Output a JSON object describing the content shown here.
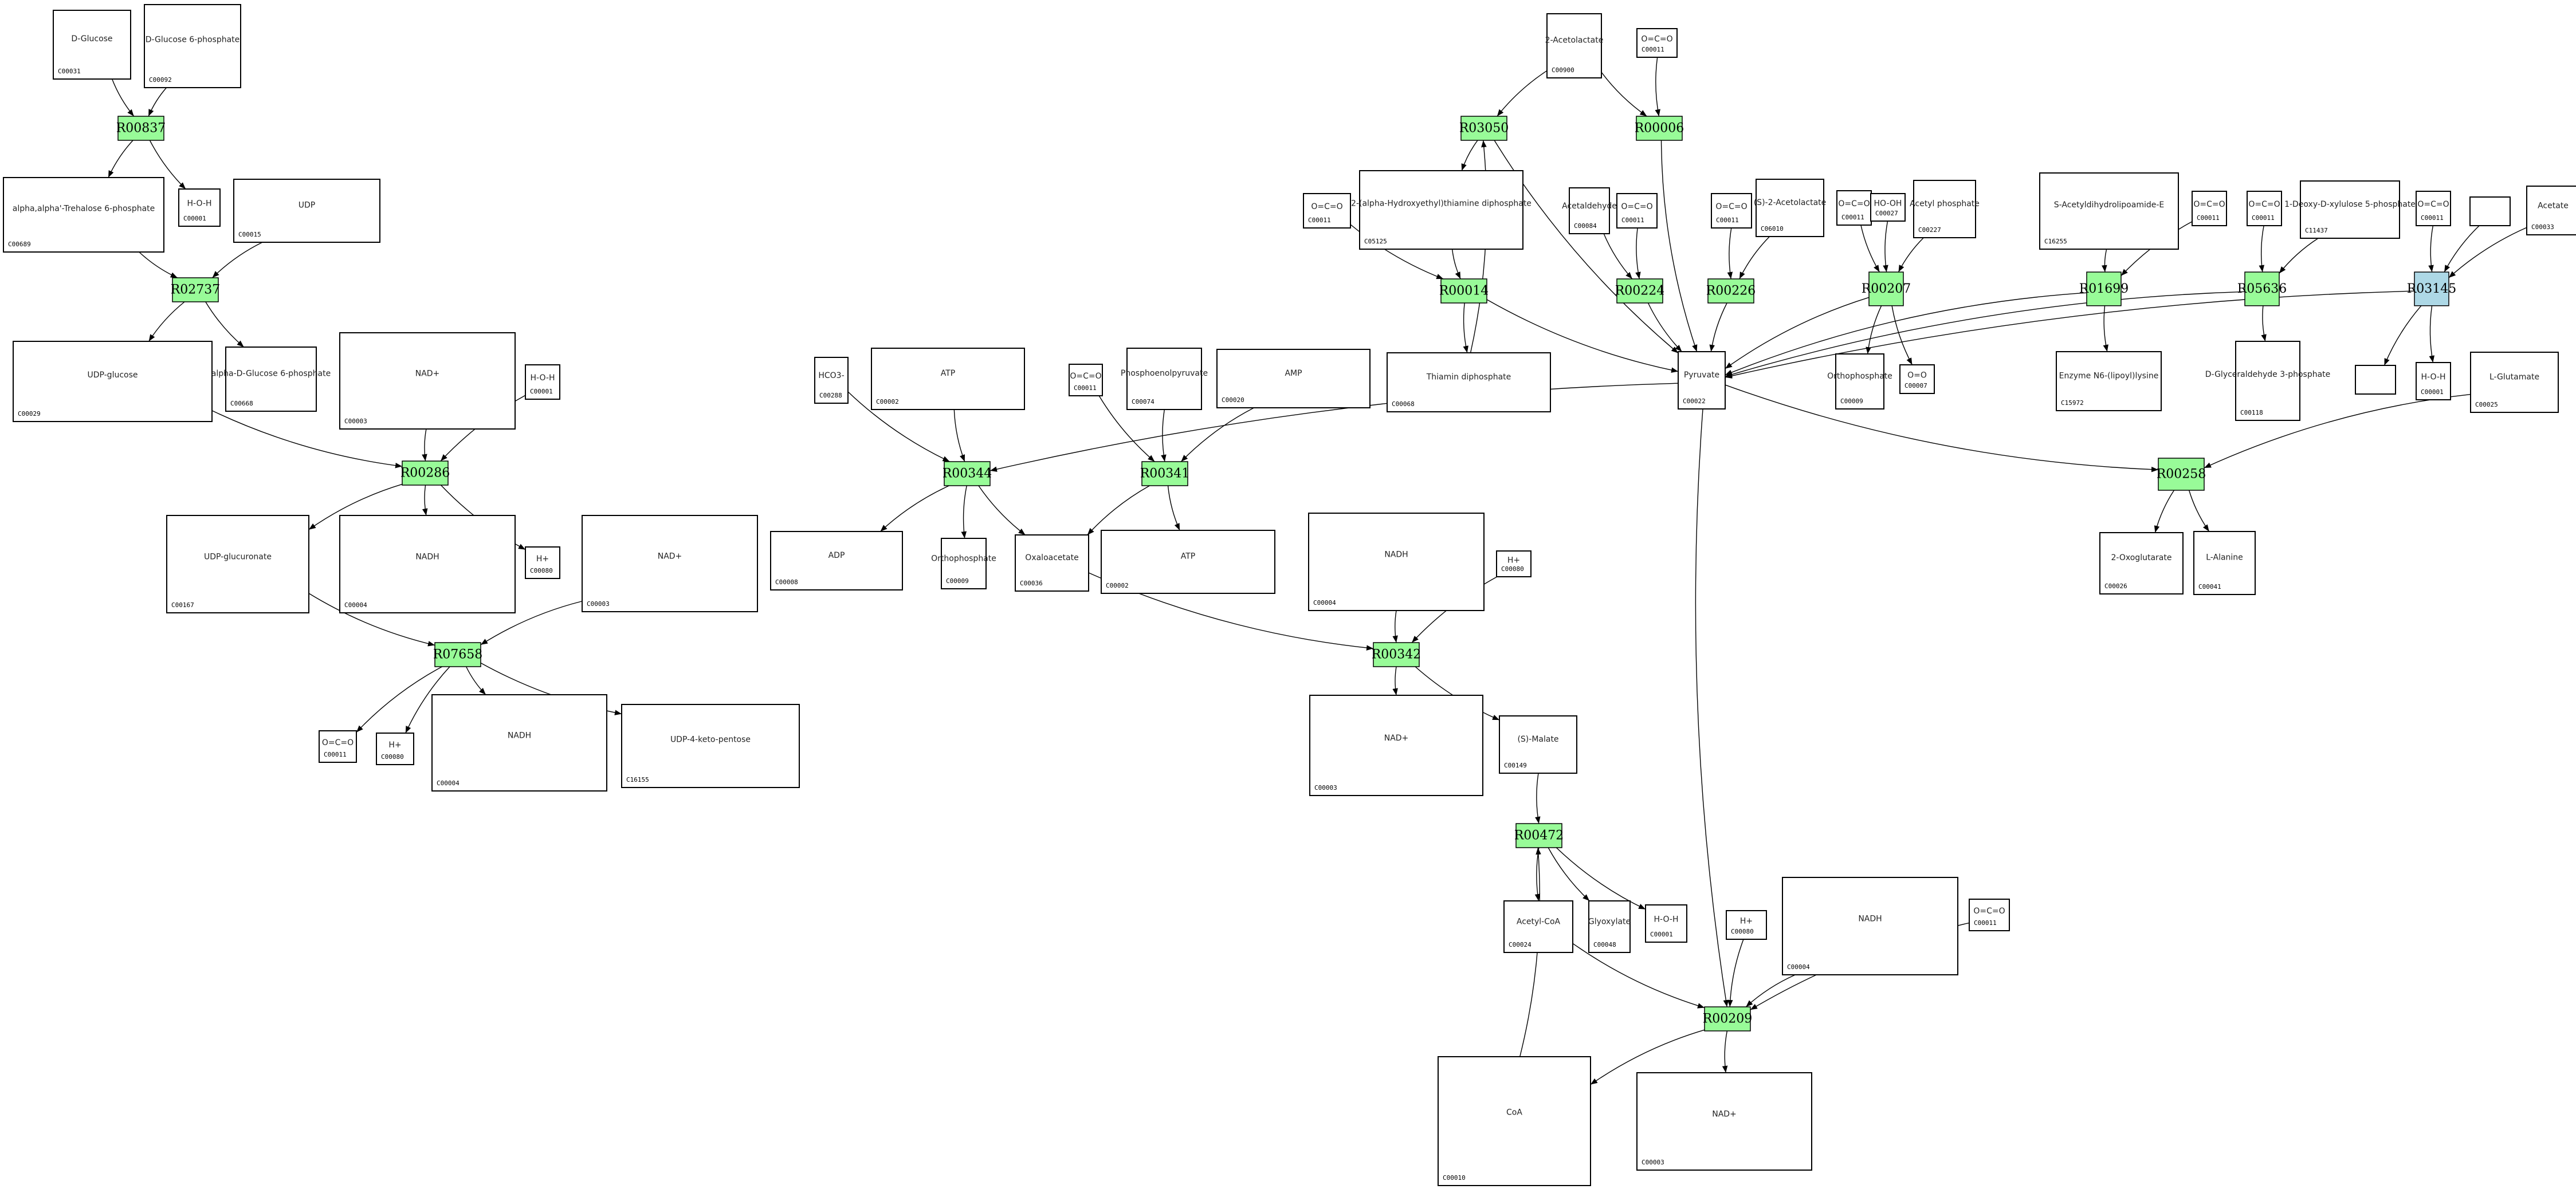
{
  "diagram": {
    "type": "metabolic-pathway-graph",
    "colors": {
      "reaction_default": "#98fb98",
      "reaction_highlight": "#add8e6",
      "compound_border": "#000000",
      "edge": "#000000"
    },
    "reactions": [
      {
        "id": "R00837",
        "label": "R00837",
        "highlight": false
      },
      {
        "id": "R02737",
        "label": "R02737",
        "highlight": false
      },
      {
        "id": "R00286",
        "label": "R00286",
        "highlight": false
      },
      {
        "id": "R07658",
        "label": "R07658",
        "highlight": false
      },
      {
        "id": "R00344",
        "label": "R00344",
        "highlight": false
      },
      {
        "id": "R00341",
        "label": "R00341",
        "highlight": false
      },
      {
        "id": "R00342",
        "label": "R00342",
        "highlight": false
      },
      {
        "id": "R00472",
        "label": "R00472",
        "highlight": false
      },
      {
        "id": "R00209",
        "label": "R00209",
        "highlight": false
      },
      {
        "id": "R03050",
        "label": "R03050",
        "highlight": false
      },
      {
        "id": "R00006",
        "label": "R00006",
        "highlight": false
      },
      {
        "id": "R00014",
        "label": "R00014",
        "highlight": false
      },
      {
        "id": "R00224",
        "label": "R00224",
        "highlight": false
      },
      {
        "id": "R00226",
        "label": "R00226",
        "highlight": false
      },
      {
        "id": "R00207",
        "label": "R00207",
        "highlight": false
      },
      {
        "id": "R01699",
        "label": "R01699",
        "highlight": false
      },
      {
        "id": "R05636",
        "label": "R05636",
        "highlight": false
      },
      {
        "id": "R03145",
        "label": "R03145",
        "highlight": true
      },
      {
        "id": "R00258",
        "label": "R00258",
        "highlight": false
      }
    ],
    "compounds": [
      {
        "key": "c00031",
        "id": "C00031",
        "formula": "D-Glucose"
      },
      {
        "key": "c00092",
        "id": "C00092",
        "formula": "D-Glucose 6-phosphate"
      },
      {
        "key": "c00689",
        "id": "C00689",
        "formula": "alpha,alpha'-Trehalose 6-phosphate"
      },
      {
        "key": "c00001a",
        "id": "C00001",
        "formula": "H-O-H"
      },
      {
        "key": "c00015",
        "id": "C00015",
        "formula": "UDP"
      },
      {
        "key": "c00029",
        "id": "C00029",
        "formula": "UDP-glucose"
      },
      {
        "key": "c00668",
        "id": "C00668",
        "formula": "alpha-D-Glucose 6-phosphate"
      },
      {
        "key": "c00003a",
        "id": "C00003",
        "formula": "NAD+"
      },
      {
        "key": "c00001b",
        "id": "C00001",
        "formula": "H-O-H"
      },
      {
        "key": "c00167",
        "id": "C00167",
        "formula": "UDP-glucuronate"
      },
      {
        "key": "c00004a",
        "id": "C00004",
        "formula": "NADH"
      },
      {
        "key": "c00080a",
        "id": "C00080",
        "formula": "H+"
      },
      {
        "key": "c00003b",
        "id": "C00003",
        "formula": "NAD+"
      },
      {
        "key": "c00011a",
        "id": "C00011",
        "formula": "O=C=O"
      },
      {
        "key": "c00080b",
        "id": "C00080",
        "formula": "H+"
      },
      {
        "key": "c00004b",
        "id": "C00004",
        "formula": "NADH"
      },
      {
        "key": "c16155",
        "id": "C16155",
        "formula": "UDP-4-keto-pentose"
      },
      {
        "key": "c00288",
        "id": "C00288",
        "formula": "HCO3-"
      },
      {
        "key": "c00002a",
        "id": "C00002",
        "formula": "ATP"
      },
      {
        "key": "c00011b",
        "id": "C00011",
        "formula": "O=C=O"
      },
      {
        "key": "c00074",
        "id": "C00074",
        "formula": "Phosphoenolpyruvate"
      },
      {
        "key": "c00008",
        "id": "C00008",
        "formula": "ADP"
      },
      {
        "key": "c00020",
        "id": "C00020",
        "formula": "AMP"
      },
      {
        "key": "c00009a",
        "id": "C00009",
        "formula": "Orthophosphate"
      },
      {
        "key": "c00036",
        "id": "C00036",
        "formula": "Oxaloacetate"
      },
      {
        "key": "c00002b",
        "id": "C00002",
        "formula": "ATP"
      },
      {
        "key": "c00004c",
        "id": "C00004",
        "formula": "NADH"
      },
      {
        "key": "c00080c",
        "id": "C00080",
        "formula": "H+"
      },
      {
        "key": "c00003c",
        "id": "C00003",
        "formula": "NAD+"
      },
      {
        "key": "c00149",
        "id": "C00149",
        "formula": "(S)-Malate"
      },
      {
        "key": "c00024",
        "id": "C00024",
        "formula": "Acetyl-CoA"
      },
      {
        "key": "c00048",
        "id": "C00048",
        "formula": "Glyoxylate"
      },
      {
        "key": "c00001c",
        "id": "C00001",
        "formula": "H-O-H"
      },
      {
        "key": "c00080d",
        "id": "C00080",
        "formula": "H+"
      },
      {
        "key": "c00004d",
        "id": "C00004",
        "formula": "NADH"
      },
      {
        "key": "c00011c",
        "id": "C00011",
        "formula": "O=C=O"
      },
      {
        "key": "c00010",
        "id": "C00010",
        "formula": "CoA"
      },
      {
        "key": "c00003d",
        "id": "C00003",
        "formula": "NAD+"
      },
      {
        "key": "c00900",
        "id": "C00900",
        "formula": "2-Acetolactate"
      },
      {
        "key": "c00011d",
        "id": "C00011",
        "formula": "O=C=O"
      },
      {
        "key": "c00011e",
        "id": "C00011",
        "formula": "O=C=O"
      },
      {
        "key": "c05125",
        "id": "C05125",
        "formula": "2-(alpha-Hydroxyethyl)thiamine diphosphate"
      },
      {
        "key": "c00068",
        "id": "C00068",
        "formula": "Thiamin diphosphate"
      },
      {
        "key": "c00084",
        "id": "C00084",
        "formula": "Acetaldehyde"
      },
      {
        "key": "c00011f",
        "id": "C00011",
        "formula": "O=C=O"
      },
      {
        "key": "c00011g",
        "id": "C00011",
        "formula": "O=C=O"
      },
      {
        "key": "c06010",
        "id": "C06010",
        "formula": "(S)-2-Acetolactate"
      },
      {
        "key": "c00022",
        "id": "C00022",
        "formula": "Pyruvate"
      },
      {
        "key": "c00011h",
        "id": "C00011",
        "formula": "O=C=O"
      },
      {
        "key": "c00027",
        "id": "C00027",
        "formula": "HO-OH"
      },
      {
        "key": "c00227",
        "id": "C00227",
        "formula": "Acetyl phosphate"
      },
      {
        "key": "c00009b",
        "id": "C00009",
        "formula": "Orthophosphate"
      },
      {
        "key": "c00007",
        "id": "C00007",
        "formula": "O=O"
      },
      {
        "key": "c16255",
        "id": "C16255",
        "formula": "S-Acetyldihydrolipoamide-E"
      },
      {
        "key": "c00011i",
        "id": "C00011",
        "formula": "O=C=O"
      },
      {
        "key": "c15972",
        "id": "C15972",
        "formula": "Enzyme N6-(lipoyl)lysine"
      },
      {
        "key": "c00011j",
        "id": "C00011",
        "formula": "O=C=O"
      },
      {
        "key": "c11437",
        "id": "C11437",
        "formula": "1-Deoxy-D-xylulose 5-phosphate"
      },
      {
        "key": "c00118",
        "id": "C00118",
        "formula": "D-Glyceraldehyde 3-phosphate"
      },
      {
        "key": "c00011k",
        "id": "C00011",
        "formula": "O=C=O"
      },
      {
        "key": "blank1",
        "id": "",
        "formula": ""
      },
      {
        "key": "c00033",
        "id": "C00033",
        "formula": "Acetate"
      },
      {
        "key": "blank2",
        "id": "",
        "formula": ""
      },
      {
        "key": "c00001d",
        "id": "C00001",
        "formula": "H-O-H"
      },
      {
        "key": "c00025",
        "id": "C00025",
        "formula": "L-Glutamate"
      },
      {
        "key": "c00026",
        "id": "C00026",
        "formula": "2-Oxoglutarate"
      },
      {
        "key": "c00041",
        "id": "C00041",
        "formula": "L-Alanine"
      }
    ],
    "edges": [
      [
        "c00031",
        "R00837"
      ],
      [
        "c00092",
        "R00837"
      ],
      [
        "R00837",
        "c00689"
      ],
      [
        "R00837",
        "c00001a"
      ],
      [
        "c00689",
        "R02737"
      ],
      [
        "c00015",
        "R02737"
      ],
      [
        "R02737",
        "c00029"
      ],
      [
        "R02737",
        "c00668"
      ],
      [
        "c00029",
        "R00286"
      ],
      [
        "c00003a",
        "R00286"
      ],
      [
        "c00001b",
        "R00286"
      ],
      [
        "R00286",
        "c00167"
      ],
      [
        "R00286",
        "c00004a"
      ],
      [
        "R00286",
        "c00080a"
      ],
      [
        "c00167",
        "R07658"
      ],
      [
        "c00003b",
        "R07658"
      ],
      [
        "R07658",
        "c00011a"
      ],
      [
        "R07658",
        "c00080b"
      ],
      [
        "R07658",
        "c00004b"
      ],
      [
        "R07658",
        "c16155"
      ],
      [
        "c00288",
        "R00344"
      ],
      [
        "c00002a",
        "R00344"
      ],
      [
        "c00022",
        "R00344"
      ],
      [
        "R00344",
        "c00008"
      ],
      [
        "R00344",
        "c00009a"
      ],
      [
        "R00344",
        "c00036"
      ],
      [
        "c00011b",
        "R00341"
      ],
      [
        "c00074",
        "R00341"
      ],
      [
        "c00020",
        "R00341"
      ],
      [
        "R00341",
        "c00036"
      ],
      [
        "R00341",
        "c00002b"
      ],
      [
        "c00036",
        "R00342"
      ],
      [
        "c00004c",
        "R00342"
      ],
      [
        "c00080c",
        "R00342"
      ],
      [
        "R00342",
        "c00003c"
      ],
      [
        "R00342",
        "c00149"
      ],
      [
        "c00149",
        "R00472"
      ],
      [
        "c00010",
        "R00472"
      ],
      [
        "R00472",
        "c00024"
      ],
      [
        "R00472",
        "c00048"
      ],
      [
        "R00472",
        "c00001c"
      ],
      [
        "c00024",
        "R00209"
      ],
      [
        "c00022",
        "R00209"
      ],
      [
        "c00080d",
        "R00209"
      ],
      [
        "c00004d",
        "R00209"
      ],
      [
        "c00011c",
        "R00209"
      ],
      [
        "R00209",
        "c00010"
      ],
      [
        "R00209",
        "c00003d"
      ],
      [
        "c00900",
        "R03050"
      ],
      [
        "c00068",
        "R03050"
      ],
      [
        "R03050",
        "c05125"
      ],
      [
        "R03050",
        "c00022"
      ],
      [
        "c00900",
        "R00006"
      ],
      [
        "c00011d",
        "R00006"
      ],
      [
        "R00006",
        "c00022"
      ],
      [
        "c00011e",
        "R00014"
      ],
      [
        "c05125",
        "R00014"
      ],
      [
        "R00014",
        "c00068"
      ],
      [
        "R00014",
        "c00022"
      ],
      [
        "c00084",
        "R00224"
      ],
      [
        "c00011f",
        "R00224"
      ],
      [
        "R00224",
        "c00022"
      ],
      [
        "c00011g",
        "R00226"
      ],
      [
        "c06010",
        "R00226"
      ],
      [
        "R00226",
        "c00022"
      ],
      [
        "c00011h",
        "R00207"
      ],
      [
        "c00027",
        "R00207"
      ],
      [
        "c00227",
        "R00207"
      ],
      [
        "R00207",
        "c00022"
      ],
      [
        "R00207",
        "c00009b"
      ],
      [
        "R00207",
        "c00007"
      ],
      [
        "c16255",
        "R01699"
      ],
      [
        "c00011i",
        "R01699"
      ],
      [
        "R01699",
        "c00022"
      ],
      [
        "R01699",
        "c15972"
      ],
      [
        "c00011j",
        "R05636"
      ],
      [
        "c11437",
        "R05636"
      ],
      [
        "R05636",
        "c00022"
      ],
      [
        "R05636",
        "c00118"
      ],
      [
        "c00011k",
        "R03145"
      ],
      [
        "blank1",
        "R03145"
      ],
      [
        "c00033",
        "R03145"
      ],
      [
        "R03145",
        "c00022"
      ],
      [
        "R03145",
        "blank2"
      ],
      [
        "R03145",
        "c00001d"
      ],
      [
        "c00022",
        "R00258"
      ],
      [
        "c00025",
        "R00258"
      ],
      [
        "R00258",
        "c00026"
      ],
      [
        "R00258",
        "c00041"
      ]
    ]
  }
}
